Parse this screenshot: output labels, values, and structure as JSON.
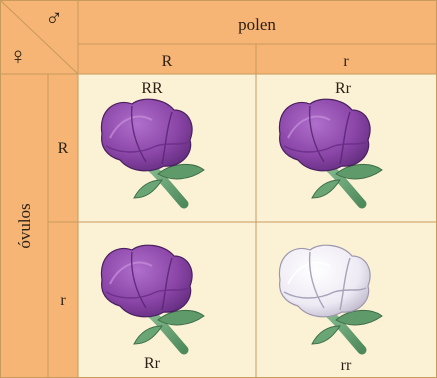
{
  "header": {
    "male_symbol": "♂",
    "female_symbol": "♀",
    "pollen_label": "polen",
    "pollen_alleles": [
      "R",
      "r"
    ]
  },
  "rows": {
    "ovules_label": "óvulos",
    "ovule_alleles": [
      "R",
      "r"
    ]
  },
  "cells": [
    {
      "genotype": "RR",
      "flower": "purple-flower-icon"
    },
    {
      "genotype": "Rr",
      "flower": "purple-flower-icon"
    },
    {
      "genotype": "Rr",
      "flower": "purple-flower-icon"
    },
    {
      "genotype": "rr",
      "flower": "white-flower-icon"
    }
  ],
  "colors": {
    "page_bg": "#f3deaa",
    "header_fill": "#f6b575",
    "cell_fill": "#fbf2d6",
    "grid_line": "#c89a5c",
    "purple_petal": "#8a45a6",
    "purple_dark": "#5e2a7a",
    "white_petal": "#eeeaf4",
    "white_dark": "#b9b3c6",
    "stem_green": "#5f9a6a"
  }
}
